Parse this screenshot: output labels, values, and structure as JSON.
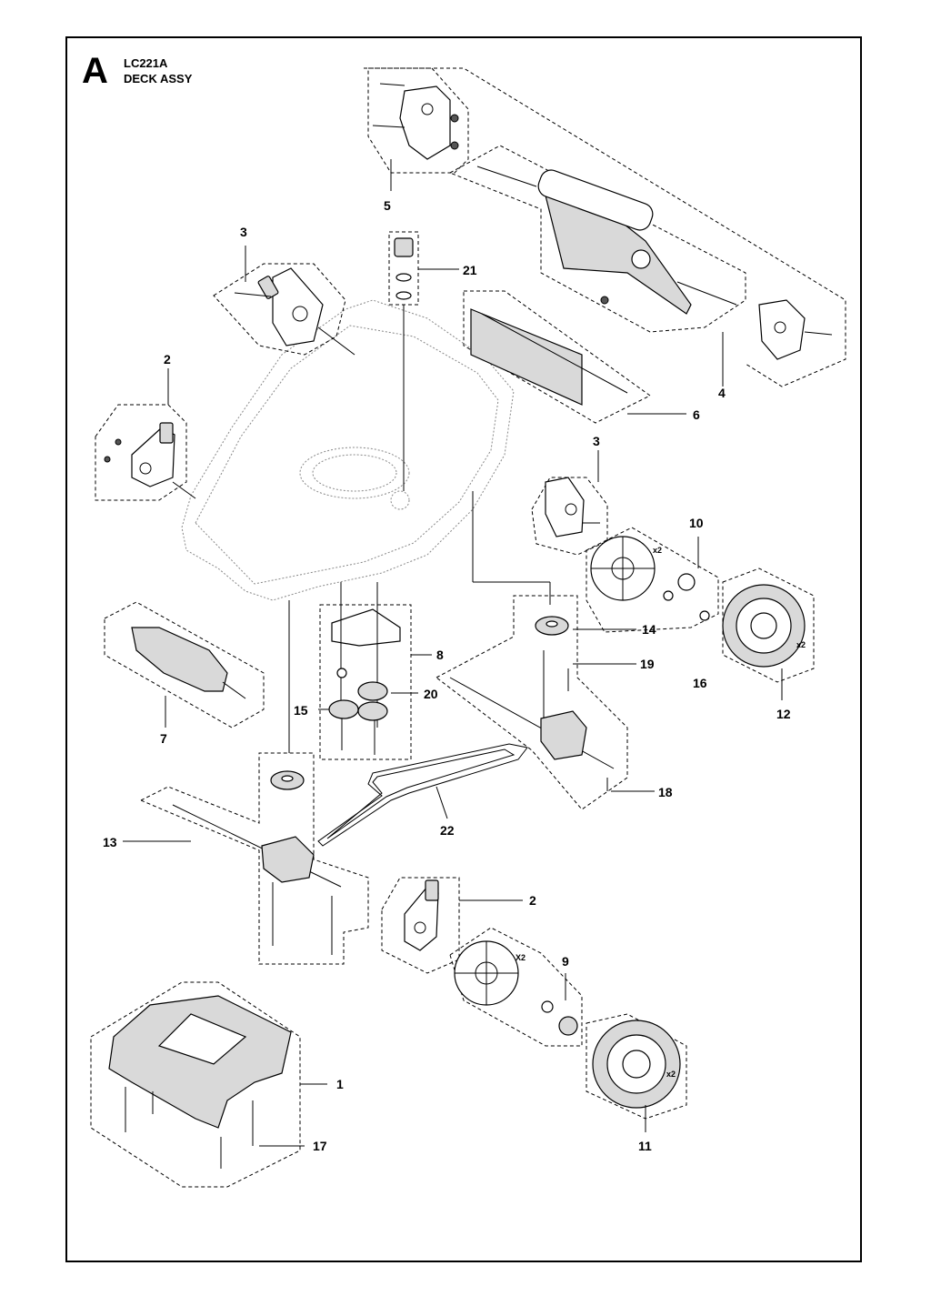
{
  "header": {
    "section_letter": "A",
    "model_code": "LC221A",
    "assembly_name": "DECK ASSY"
  },
  "callouts": {
    "c1": "1",
    "c2a": "2",
    "c2b": "2",
    "c3a": "3",
    "c3b": "3",
    "c4": "4",
    "c5": "5",
    "c6": "6",
    "c7": "7",
    "c8": "8",
    "c9": "9",
    "c10": "10",
    "c11": "11",
    "c12": "12",
    "c13": "13",
    "c14": "14",
    "c15": "15",
    "c16": "16",
    "c17": "17",
    "c18": "18",
    "c19": "19",
    "c20": "20",
    "c21": "21",
    "c22": "22"
  },
  "quantity_marks": {
    "q10": "x2",
    "q12": "x2",
    "q9": "X2",
    "q11": "x2"
  }
}
